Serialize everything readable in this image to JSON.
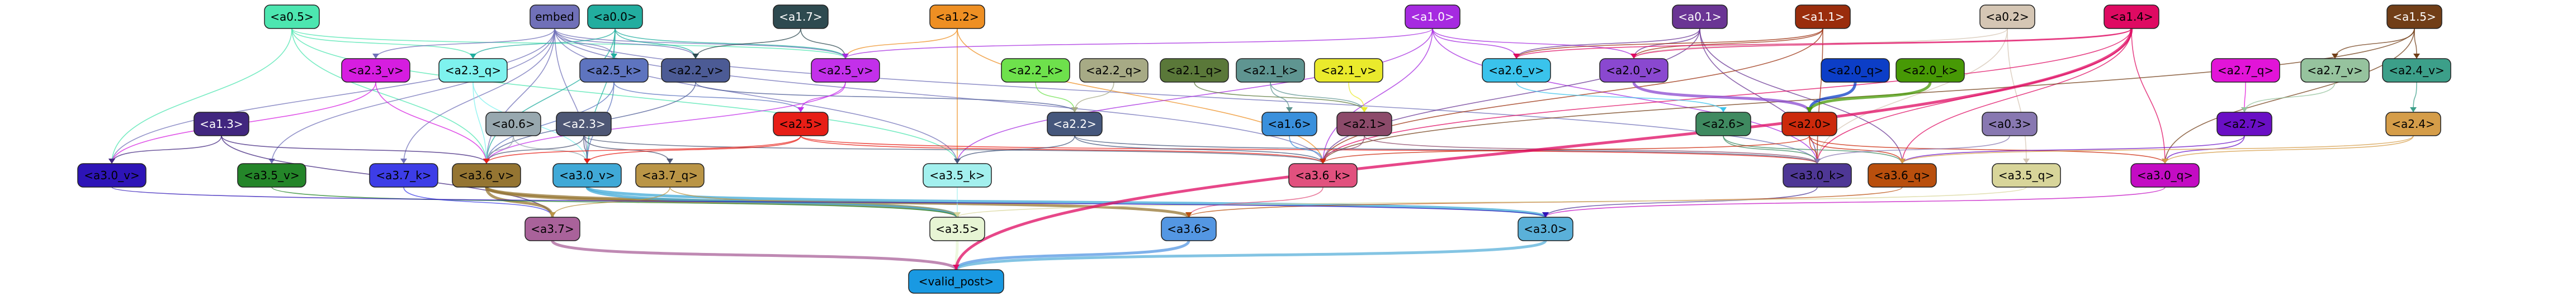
{
  "diagram": {
    "type": "directed-graph",
    "nodes": [
      {
        "id": "a05",
        "label": "<a0.5>",
        "color": "#4de6b0",
        "text": "#000000"
      },
      {
        "id": "embed",
        "label": "embed",
        "color": "#7070b8",
        "text": "#000000"
      },
      {
        "id": "a00",
        "label": "<a0.0>",
        "color": "#22ad9f",
        "text": "#000000"
      },
      {
        "id": "a17",
        "label": "<a1.7>",
        "color": "#2e4a50",
        "text": "#ffffff"
      },
      {
        "id": "a12",
        "label": "<a1.2>",
        "color": "#ee8f23",
        "text": "#000000"
      },
      {
        "id": "a10",
        "label": "<a1.0>",
        "color": "#a62ae0",
        "text": "#ffffff"
      },
      {
        "id": "a01",
        "label": "<a0.1>",
        "color": "#6a3594",
        "text": "#ffffff"
      },
      {
        "id": "a11",
        "label": "<a1.1>",
        "color": "#9a2d0c",
        "text": "#ffffff"
      },
      {
        "id": "a02",
        "label": "<a0.2>",
        "color": "#d5c6b4",
        "text": "#000000"
      },
      {
        "id": "a14",
        "label": "<a1.4>",
        "color": "#df0a62",
        "text": "#000000"
      },
      {
        "id": "a15",
        "label": "<a1.5>",
        "color": "#713e17",
        "text": "#ffffff"
      },
      {
        "id": "a23v",
        "label": "<a2.3_v>",
        "color": "#d61de0",
        "text": "#000000"
      },
      {
        "id": "a23q",
        "label": "<a2.3_q>",
        "color": "#7ef2ee",
        "text": "#000000"
      },
      {
        "id": "a25k",
        "label": "<a2.5_k>",
        "color": "#5e74bf",
        "text": "#000000"
      },
      {
        "id": "a22v",
        "label": "<a2.2_v>",
        "color": "#4c5b95",
        "text": "#000000"
      },
      {
        "id": "a25v",
        "label": "<a2.5_v>",
        "color": "#c330ea",
        "text": "#000000"
      },
      {
        "id": "a22k",
        "label": "<a2.2_k>",
        "color": "#6ee14c",
        "text": "#000000"
      },
      {
        "id": "a22q",
        "label": "<a2.2_q>",
        "color": "#a7aa85",
        "text": "#000000"
      },
      {
        "id": "a21q",
        "label": "<a2.1_q>",
        "color": "#5a7839",
        "text": "#000000"
      },
      {
        "id": "a21k",
        "label": "<a2.1_k>",
        "color": "#5f9591",
        "text": "#000000"
      },
      {
        "id": "a21v",
        "label": "<a2.1_v>",
        "color": "#eaea2c",
        "text": "#000000"
      },
      {
        "id": "a26v",
        "label": "<a2.6_v>",
        "color": "#3ac3ec",
        "text": "#000000"
      },
      {
        "id": "a20v",
        "label": "<a2.0_v>",
        "color": "#8a48d0",
        "text": "#000000"
      },
      {
        "id": "a20q",
        "label": "<a2.0_q>",
        "color": "#0c3ec7",
        "text": "#000000"
      },
      {
        "id": "a20k",
        "label": "<a2.0_k>",
        "color": "#479905",
        "text": "#000000"
      },
      {
        "id": "a27q",
        "label": "<a2.7_q>",
        "color": "#e214d8",
        "text": "#000000"
      },
      {
        "id": "a27v",
        "label": "<a2.7_v>",
        "color": "#96c39e",
        "text": "#000000"
      },
      {
        "id": "a24v",
        "label": "<a2.4_v>",
        "color": "#3c9f89",
        "text": "#000000"
      },
      {
        "id": "a13",
        "label": "<a1.3>",
        "color": "#41267f",
        "text": "#ffffff"
      },
      {
        "id": "a06",
        "label": "<a0.6>",
        "color": "#98a8af",
        "text": "#000000"
      },
      {
        "id": "a23",
        "label": "<a2.3>",
        "color": "#4e5775",
        "text": "#ffffff"
      },
      {
        "id": "a25",
        "label": "<a2.5>",
        "color": "#e71e16",
        "text": "#000000"
      },
      {
        "id": "a22",
        "label": "<a2.2>",
        "color": "#45577c",
        "text": "#ffffff"
      },
      {
        "id": "a16",
        "label": "<a1.6>",
        "color": "#3a90dc",
        "text": "#000000"
      },
      {
        "id": "a21",
        "label": "<a2.1>",
        "color": "#8c4a6a",
        "text": "#000000"
      },
      {
        "id": "a26",
        "label": "<a2.6>",
        "color": "#3f8a60",
        "text": "#000000"
      },
      {
        "id": "a20",
        "label": "<a2.0>",
        "color": "#cc2a0c",
        "text": "#000000"
      },
      {
        "id": "a03",
        "label": "<a0.3>",
        "color": "#8878b1",
        "text": "#000000"
      },
      {
        "id": "a27",
        "label": "<a2.7>",
        "color": "#6a0fc5",
        "text": "#000000"
      },
      {
        "id": "a24",
        "label": "<a2.4>",
        "color": "#d59d49",
        "text": "#000000"
      },
      {
        "id": "a30v",
        "label": "<a3.0_v>",
        "color": "#2d14b7",
        "text": "#000000"
      },
      {
        "id": "a35v",
        "label": "<a3.5_v>",
        "color": "#248529",
        "text": "#000000"
      },
      {
        "id": "a37k",
        "label": "<a3.7_k>",
        "color": "#3d3de7",
        "text": "#000000"
      },
      {
        "id": "a36v",
        "label": "<a3.6_v>",
        "color": "#957532",
        "text": "#000000"
      },
      {
        "id": "a30vb",
        "label": "<a3.0_v>",
        "color": "#40a9d7",
        "text": "#000000"
      },
      {
        "id": "a37q",
        "label": "<a3.7_q>",
        "color": "#ba9546",
        "text": "#000000"
      },
      {
        "id": "a35k",
        "label": "<a3.5_k>",
        "color": "#a3f0ee",
        "text": "#000000"
      },
      {
        "id": "a36k",
        "label": "<a3.6_k>",
        "color": "#e1517e",
        "text": "#000000"
      },
      {
        "id": "a30k",
        "label": "<a3.0_k>",
        "color": "#4e3795",
        "text": "#000000"
      },
      {
        "id": "a36q",
        "label": "<a3.6_q>",
        "color": "#b94f0d",
        "text": "#000000"
      },
      {
        "id": "a35q",
        "label": "<a3.5_q>",
        "color": "#d8d59a",
        "text": "#000000"
      },
      {
        "id": "a30q",
        "label": "<a3.0_q>",
        "color": "#c30cc3",
        "text": "#000000"
      },
      {
        "id": "a37",
        "label": "<a3.7>",
        "color": "#a9629a",
        "text": "#000000"
      },
      {
        "id": "a35",
        "label": "<a3.5>",
        "color": "#e7f5d4",
        "text": "#000000"
      },
      {
        "id": "a36",
        "label": "<a3.6>",
        "color": "#5497e3",
        "text": "#000000"
      },
      {
        "id": "a30",
        "label": "<a3.0>",
        "color": "#5ab0d9",
        "text": "#000000"
      },
      {
        "id": "valid",
        "label": "<valid_post>",
        "color": "#1999e2",
        "text": "#000000"
      }
    ],
    "edges": [
      [
        "a05",
        "a36v"
      ],
      [
        "a05",
        "a30v"
      ],
      [
        "a05",
        "a35k"
      ],
      [
        "a05",
        "a25v"
      ],
      [
        "a05",
        "a23q"
      ],
      [
        "embed",
        "a36v"
      ],
      [
        "embed",
        "a30vb"
      ],
      [
        "embed",
        "a35v"
      ],
      [
        "embed",
        "a37k"
      ],
      [
        "embed",
        "a25k"
      ],
      [
        "embed",
        "a22v"
      ],
      [
        "embed",
        "a25v"
      ],
      [
        "embed",
        "a30v"
      ],
      [
        "embed",
        "a23v"
      ],
      [
        "embed",
        "a35k"
      ],
      [
        "embed",
        "a30k"
      ],
      [
        "embed",
        "a36k"
      ],
      [
        "a00",
        "a25v"
      ],
      [
        "a00",
        "a22v"
      ],
      [
        "a00",
        "a25k"
      ],
      [
        "a00",
        "a36v"
      ],
      [
        "a00",
        "a30vb"
      ],
      [
        "a00",
        "a23q"
      ],
      [
        "a17",
        "a25v"
      ],
      [
        "a17",
        "a22v"
      ],
      [
        "a12",
        "a25v"
      ],
      [
        "a12",
        "a36k"
      ],
      [
        "a12",
        "a35k"
      ],
      [
        "a10",
        "a20v"
      ],
      [
        "a10",
        "a25v"
      ],
      [
        "a10",
        "a26v"
      ],
      [
        "a10",
        "a36k"
      ],
      [
        "a10",
        "a30k"
      ],
      [
        "a10",
        "a35k"
      ],
      [
        "a01",
        "a20v"
      ],
      [
        "a01",
        "a26v"
      ],
      [
        "a01",
        "a30k"
      ],
      [
        "a01",
        "a36q"
      ],
      [
        "a01",
        "a36k"
      ],
      [
        "a11",
        "a20v"
      ],
      [
        "a11",
        "a26v"
      ],
      [
        "a11",
        "a36k"
      ],
      [
        "a11",
        "a30k"
      ],
      [
        "a02",
        "a20v"
      ],
      [
        "a02",
        "a30k"
      ],
      [
        "a02",
        "a35q"
      ],
      [
        "a14",
        "a20v"
      ],
      [
        "a14",
        "a30q"
      ],
      [
        "a14",
        "a30k"
      ],
      [
        "a14",
        "a36q"
      ],
      [
        "a14",
        "a36k"
      ],
      [
        "a14",
        "a26v"
      ],
      [
        "a15",
        "a30q"
      ],
      [
        "a15",
        "a27v"
      ],
      [
        "a15",
        "a24v"
      ],
      [
        "a15",
        "a36k"
      ],
      [
        "a23v",
        "a36v"
      ],
      [
        "a23v",
        "a30v"
      ],
      [
        "a23q",
        "a36v"
      ],
      [
        "a23q",
        "a30vb"
      ],
      [
        "a25k",
        "a36v"
      ],
      [
        "a25k",
        "a25"
      ],
      [
        "a25k",
        "a30vb"
      ],
      [
        "a22v",
        "a36v"
      ],
      [
        "a22v",
        "a22"
      ],
      [
        "a25v",
        "a25"
      ],
      [
        "a25v",
        "a36v"
      ],
      [
        "a22k",
        "a22"
      ],
      [
        "a22q",
        "a22"
      ],
      [
        "a21q",
        "a21"
      ],
      [
        "a21k",
        "a21"
      ],
      [
        "a21k",
        "a16"
      ],
      [
        "a21v",
        "a21"
      ],
      [
        "a26v",
        "a26"
      ],
      [
        "a20v",
        "a20"
      ],
      [
        "a20q",
        "a20"
      ],
      [
        "a20k",
        "a20"
      ],
      [
        "a27q",
        "a27"
      ],
      [
        "a27v",
        "a27"
      ],
      [
        "a24v",
        "a24"
      ],
      [
        "a13",
        "a30v"
      ],
      [
        "a13",
        "a36v"
      ],
      [
        "a13",
        "a37"
      ],
      [
        "a06",
        "a36v"
      ],
      [
        "a06",
        "a30vb"
      ],
      [
        "a23",
        "a36v"
      ],
      [
        "a23",
        "a37q"
      ],
      [
        "a23",
        "a30vb"
      ],
      [
        "a23",
        "a36k"
      ],
      [
        "a25",
        "a36v"
      ],
      [
        "a25",
        "a30vb"
      ],
      [
        "a25",
        "a36k"
      ],
      [
        "a25",
        "a30k"
      ],
      [
        "a22",
        "a36k"
      ],
      [
        "a22",
        "a30k"
      ],
      [
        "a22",
        "a35k"
      ],
      [
        "a16",
        "a36k"
      ],
      [
        "a21",
        "a36k"
      ],
      [
        "a21",
        "a30k"
      ],
      [
        "a26",
        "a30k"
      ],
      [
        "a26",
        "a36q"
      ],
      [
        "a20",
        "a36q"
      ],
      [
        "a20",
        "a30k"
      ],
      [
        "a20",
        "a36k"
      ],
      [
        "a20",
        "a30q"
      ],
      [
        "a03",
        "a30k"
      ],
      [
        "a27",
        "a30q"
      ],
      [
        "a27",
        "a36q"
      ],
      [
        "a24",
        "a30q"
      ],
      [
        "a24",
        "a36q"
      ],
      [
        "a36v",
        "a36"
      ],
      [
        "a36v",
        "a35"
      ],
      [
        "a36v",
        "a37"
      ],
      [
        "a30vb",
        "a30"
      ],
      [
        "a30vb",
        "a35"
      ],
      [
        "a35v",
        "a35"
      ],
      [
        "a37k",
        "a37"
      ],
      [
        "a37q",
        "a37"
      ],
      [
        "a37q",
        "a35"
      ],
      [
        "a35k",
        "a35"
      ],
      [
        "a36k",
        "a36"
      ],
      [
        "a30k",
        "a30"
      ],
      [
        "a36q",
        "a36"
      ],
      [
        "a35q",
        "a35"
      ],
      [
        "a30q",
        "a30"
      ],
      [
        "a30v",
        "a30"
      ],
      [
        "a37",
        "valid"
      ],
      [
        "a35",
        "valid"
      ],
      [
        "a36",
        "valid"
      ],
      [
        "a30",
        "valid"
      ],
      [
        "a14",
        "valid"
      ]
    ]
  }
}
